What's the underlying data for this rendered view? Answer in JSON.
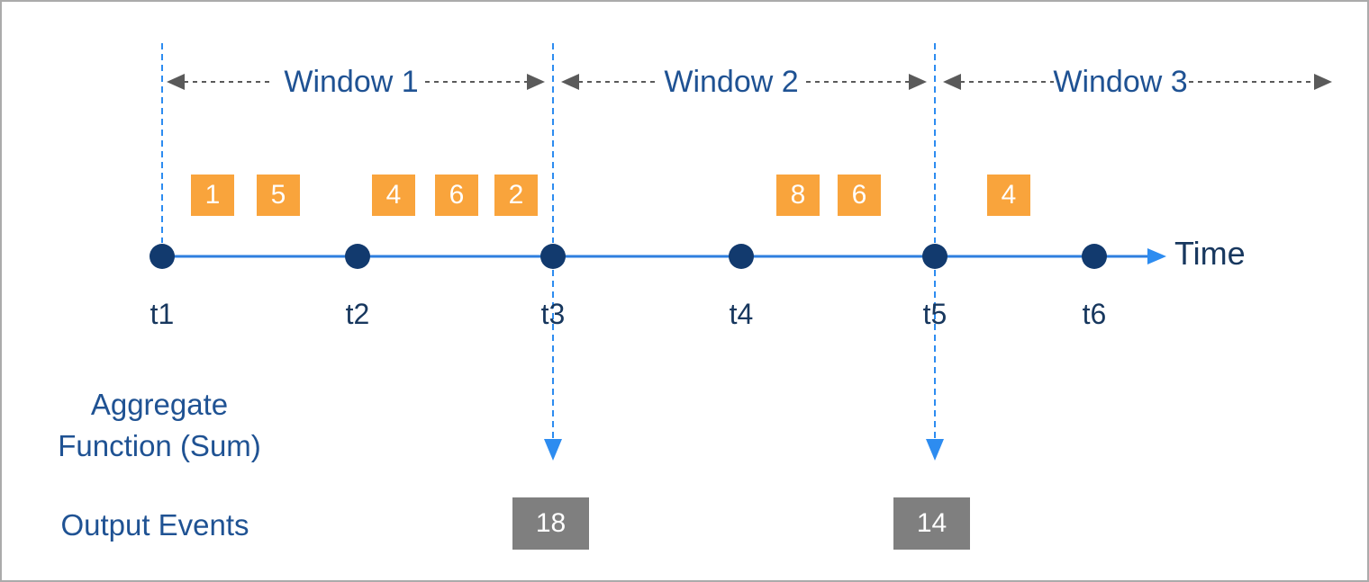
{
  "windows": [
    {
      "label": "Window 1",
      "events": [
        1,
        5,
        4,
        6,
        2
      ],
      "output": 18
    },
    {
      "label": "Window 2",
      "events": [
        8,
        6
      ],
      "output": 14
    },
    {
      "label": "Window 3",
      "events": [
        4
      ]
    }
  ],
  "timeline": {
    "ticks": [
      "t1",
      "t2",
      "t3",
      "t4",
      "t5",
      "t6"
    ],
    "axis_label": "Time"
  },
  "labels": {
    "aggregate": "Aggregate Function (Sum)",
    "output": "Output Events"
  },
  "colors": {
    "event_box": "#f9a43c",
    "output_box": "#7f7f7f",
    "timeline_line": "#2e7fdf",
    "dashed_guides": "#2d8cf0",
    "timeline_dot": "#123a6e",
    "span_arrows": "#5a5a5a",
    "window_label_text": "#1f5293",
    "tick_label_text": "#17375e",
    "event_text": "#ffffff",
    "canvas_border": "#ababab"
  }
}
